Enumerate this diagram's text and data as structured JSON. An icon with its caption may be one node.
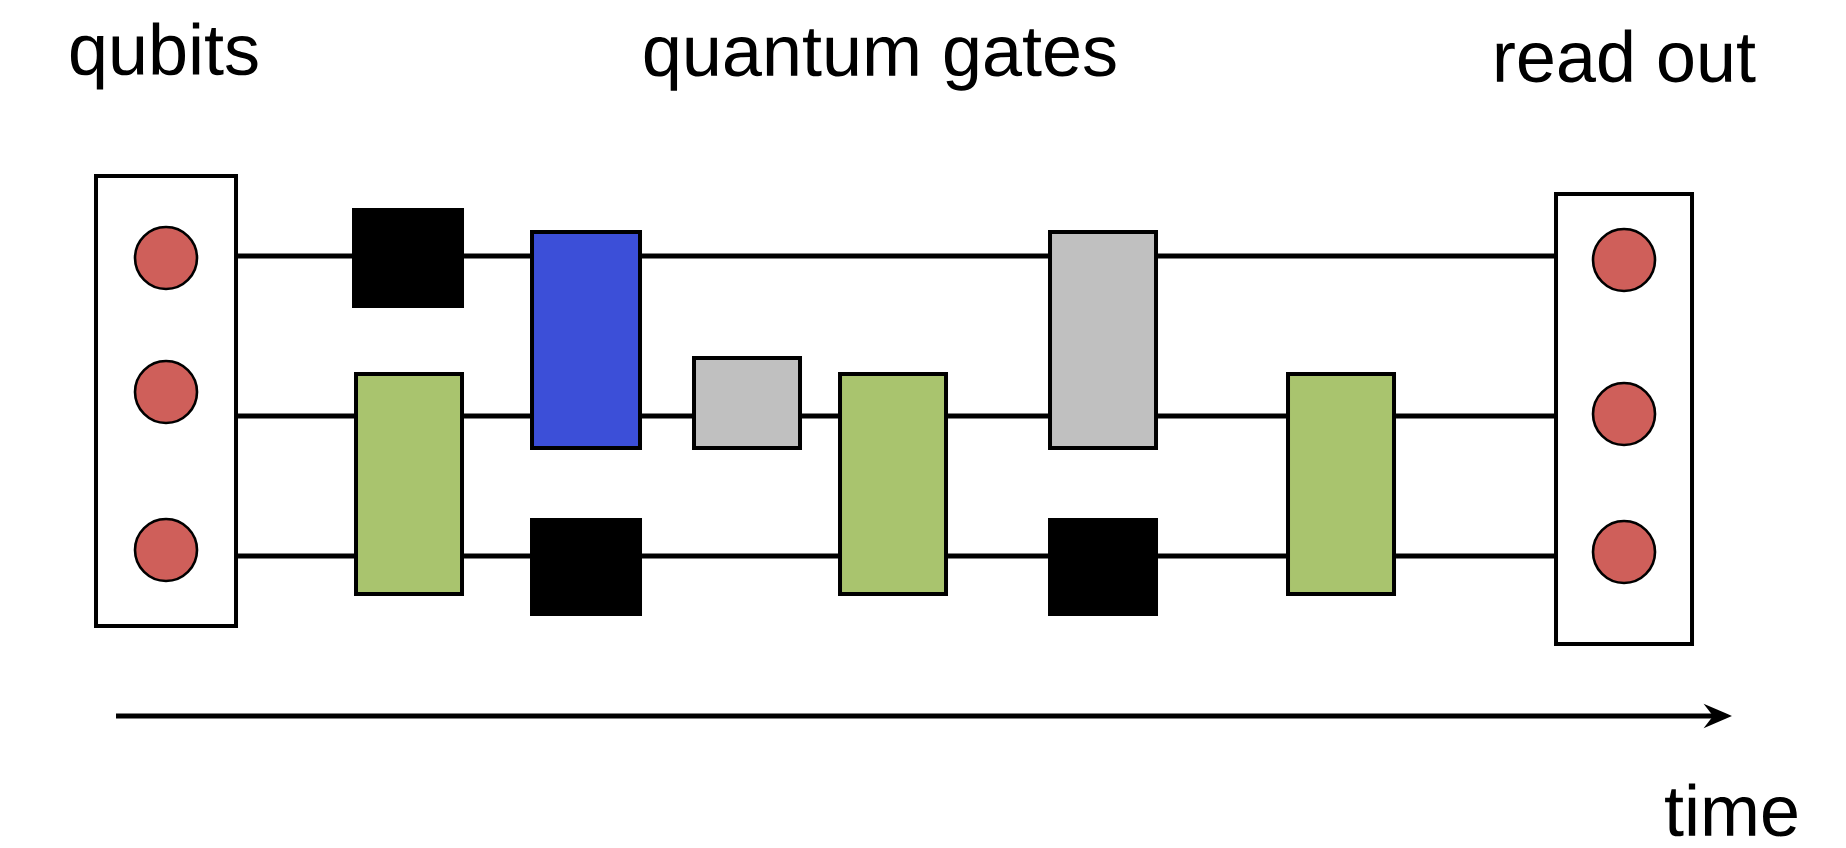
{
  "diagram": {
    "nodes": [
      {
        "text": [
          "qubits"
        ]
      },
      {
        "text": [],
        "shape": "circle",
        "in": 0
      },
      {
        "text": [],
        "shape": "circle",
        "in": 0
      },
      {
        "text": [],
        "shape": "circle",
        "in": 0
      },
      {
        "text": [],
        "shape": "box"
      },
      {
        "text": [],
        "shape": "box"
      },
      {
        "text": [],
        "shape": "box"
      },
      {
        "text": [],
        "shape": "box"
      },
      {
        "text": [],
        "shape": "box"
      },
      {
        "text": [],
        "shape": "box"
      },
      {
        "text": [],
        "shape": "box"
      },
      {
        "text": [],
        "shape": "box"
      },
      {
        "text": [],
        "shape": "box"
      },
      {
        "text": [
          "read out"
        ]
      },
      {
        "text": [],
        "shape": "circle",
        "in": 13
      },
      {
        "text": [],
        "shape": "circle",
        "in": 13
      },
      {
        "text": [],
        "shape": "circle",
        "in": 13
      }
    ],
    "edges": [
      {
        "from": 0,
        "to": 4,
        "arrow": "none"
      },
      {
        "from": 4,
        "to": 6,
        "arrow": "none"
      },
      {
        "from": 6,
        "to": 10,
        "arrow": "none"
      },
      {
        "from": 10,
        "to": 13,
        "arrow": "none"
      },
      {
        "from": 0,
        "to": 5,
        "arrow": "none"
      },
      {
        "from": 5,
        "to": 6,
        "arrow": "none"
      },
      {
        "from": 6,
        "to": 8,
        "arrow": "none"
      },
      {
        "from": 8,
        "to": 9,
        "arrow": "none"
      },
      {
        "from": 9,
        "to": 10,
        "arrow": "none"
      },
      {
        "from": 10,
        "to": 12,
        "arrow": "none"
      },
      {
        "from": 12,
        "to": 13,
        "arrow": "none"
      },
      {
        "from": 0,
        "to": 5,
        "arrow": "none"
      },
      {
        "from": 5,
        "to": 7,
        "arrow": "none"
      },
      {
        "from": 7,
        "to": 9,
        "arrow": "none"
      },
      {
        "from": 9,
        "to": 11,
        "arrow": "none"
      },
      {
        "from": 11,
        "to": 12,
        "arrow": "none"
      },
      {
        "from": 12,
        "to": 13,
        "arrow": "none"
      }
    ],
    "labels": [
      "quantum gates",
      "time"
    ]
  }
}
